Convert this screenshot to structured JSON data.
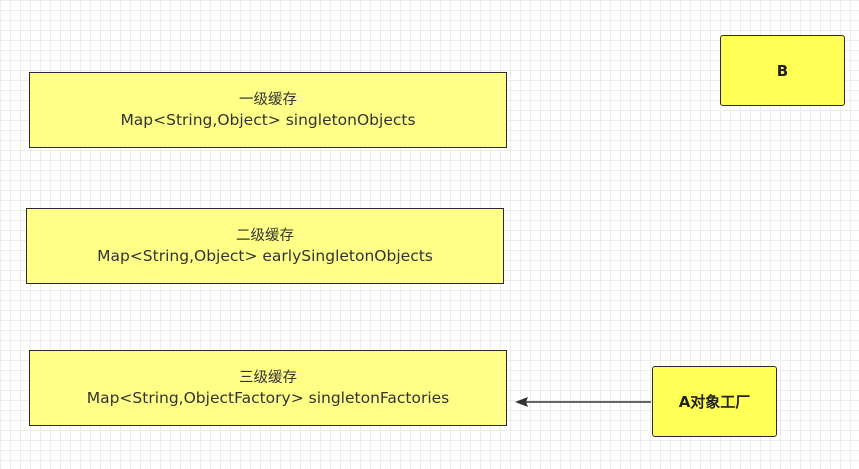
{
  "caches": [
    {
      "title": "一级缓存",
      "detail": "Map<String,Object> singletonObjects"
    },
    {
      "title": "二级缓存",
      "detail": "Map<String,Object> earlySingletonObjects"
    },
    {
      "title": "三级缓存",
      "detail": "Map<String,ObjectFactory> singletonFactories"
    }
  ],
  "nodes": {
    "b": {
      "label": "B"
    },
    "a_factory": {
      "label": "A对象工厂"
    }
  },
  "edges": [
    {
      "from": "A对象工厂",
      "to": "三级缓存"
    }
  ],
  "colors": {
    "cache_fill": "#ffff88",
    "node_fill": "#ffff55",
    "border": "#2b2b2b",
    "arrow": "#333333"
  }
}
